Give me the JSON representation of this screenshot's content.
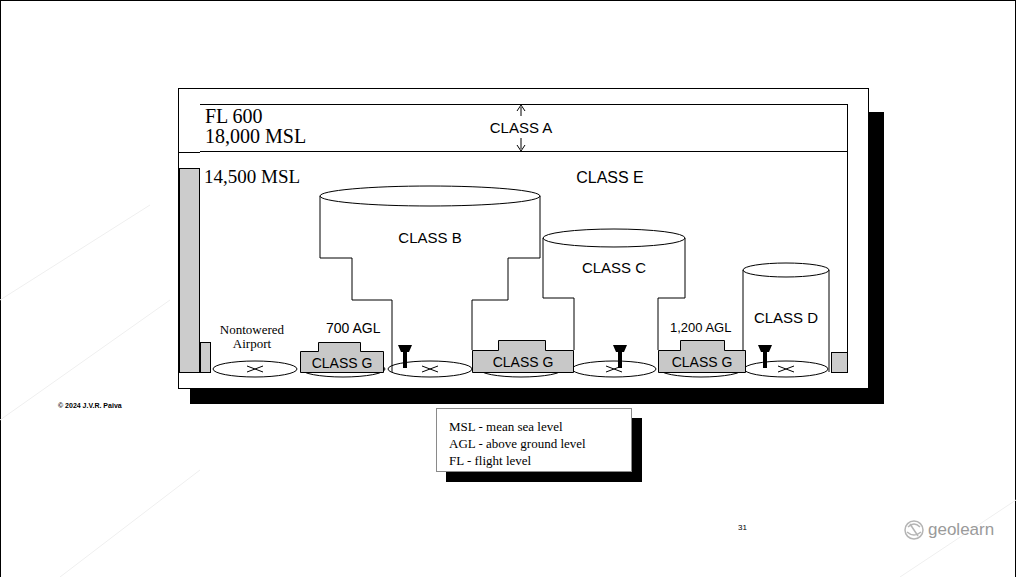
{
  "diagram": {
    "nodes": [
      {
        "text": [
          "FL 600",
          "18,000 MSL",
          "CLASS A"
        ]
      },
      {
        "text": [
          "CLASS E"
        ]
      },
      {
        "text": [
          "CLASS B"
        ],
        "in": 1
      },
      {
        "text": [
          "CLASS C"
        ],
        "in": 1
      },
      {
        "text": [
          "CLASS D"
        ],
        "in": 1
      },
      {
        "text": [
          "CLASS G"
        ],
        "in": 1
      },
      {
        "text": [
          "CLASS G"
        ],
        "in": 1
      },
      {
        "text": [
          "CLASS G"
        ],
        "in": 1
      },
      {
        "text": [
          "MSL - mean sea level",
          "AGL - above ground level",
          "FL - flight level"
        ]
      }
    ],
    "labels": [
      "14,500 MSL",
      "Nontowered Airport",
      "700 AGL",
      "1,200 AGL",
      "© 2024 J.V.R. Paiva",
      "31",
      "geolearn"
    ]
  }
}
